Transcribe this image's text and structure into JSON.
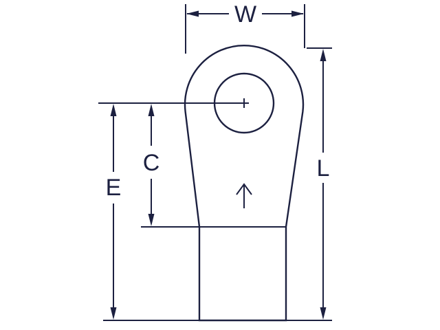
{
  "diagram": {
    "title": "ring-terminal-dimension-drawing",
    "labels": {
      "width": "W",
      "center_hole": "C",
      "edge_to_center": "E",
      "length": "L"
    },
    "marks": {
      "hole_center_mark": "plus",
      "orientation_mark": "up-arrow"
    },
    "colors": {
      "line": "#1c2040",
      "background": "#ffffff"
    }
  }
}
